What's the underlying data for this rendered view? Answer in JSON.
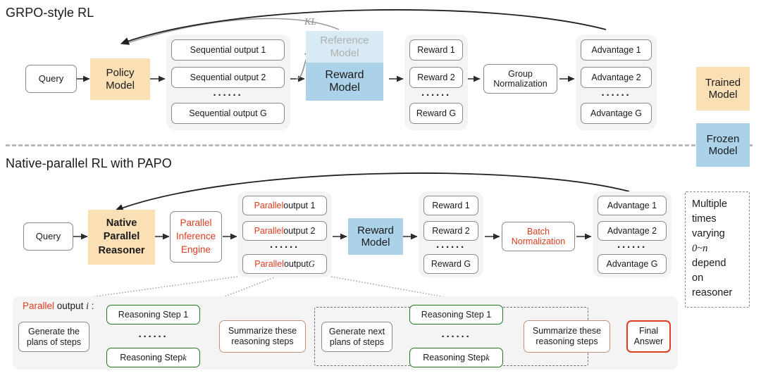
{
  "sections": {
    "top": {
      "title": "GRPO-style RL",
      "query": "Query",
      "policy_model": "Policy\nModel",
      "policy_model_l1": "Policy",
      "policy_model_l2": "Model",
      "outputs": [
        "Sequential output 1",
        "Sequential output 2",
        "Sequential output G"
      ],
      "outputs_dots": "······",
      "kl_label": "KL",
      "reference_model_l1": "Reference",
      "reference_model_l2": "Model",
      "reward_model_l1": "Reward",
      "reward_model_l2": "Model",
      "rewards": [
        "Reward 1",
        "Reward 2",
        "Reward G"
      ],
      "normalization_l1": "Group",
      "normalization_l2": "Normalization",
      "advantages": [
        "Advantage 1",
        "Advantage 2",
        "Advantage G"
      ]
    },
    "bottom": {
      "title": "Native-parallel RL with PAPO",
      "query": "Query",
      "reasoner_l1": "Native",
      "reasoner_l2": "Parallel",
      "reasoner_l3": "Reasoner",
      "engine_l1": "Parallel",
      "engine_l2": "Inference",
      "engine_l3": "Engine",
      "outputs_prefix": "Parallel",
      "outputs_suffix": [
        " output 1",
        " output 2",
        " output "
      ],
      "outputs_suffix_g": "G",
      "outputs_dots": "······",
      "reward_model_l1": "Reward",
      "reward_model_l2": "Model",
      "rewards": [
        "Reward 1",
        "Reward 2",
        "Reward G"
      ],
      "normalization_l1": "Batch",
      "normalization_l2": "Normalization",
      "advantages": [
        "Advantage 1",
        "Advantage 2",
        "Advantage G"
      ]
    },
    "detail": {
      "caption_prefix": "Parallel",
      "caption_mid": " output ",
      "caption_var": "i",
      "caption_suffix": " :",
      "generate_plans_l1": "Generate the",
      "generate_plans_l2": "plans of steps",
      "generate_next_l1": "Generate next",
      "generate_next_l2": "plans of steps",
      "reasoning_step_1": "Reasoning Step 1",
      "reasoning_step_k_prefix": "Reasoning Step ",
      "reasoning_step_k_var": "k",
      "steps_dots": "······",
      "summarize_l1": "Summarize these",
      "summarize_l2": "reasoning steps",
      "final_answer_l1": "Final",
      "final_answer_l2": "Answer"
    }
  },
  "legend": {
    "trained_l1": "Trained",
    "trained_l2": "Model",
    "frozen_l1": "Frozen",
    "frozen_l2": "Model",
    "note_lines": [
      "Multiple",
      "times",
      "varying",
      "0~n",
      "depend",
      "on",
      "reasoner"
    ],
    "note_italic_index": 3
  },
  "colors": {
    "trained_model": "#fbdfb5",
    "frozen_model": "#abd2e8",
    "frozen_model_faded": "#d8eaf4",
    "accent_red": "#e03c1f",
    "accent_green": "#1f7a1f",
    "accent_tan": "#c4907a",
    "panel_gray": "#f4f4f4",
    "divider_gray": "#b9b9b9"
  }
}
